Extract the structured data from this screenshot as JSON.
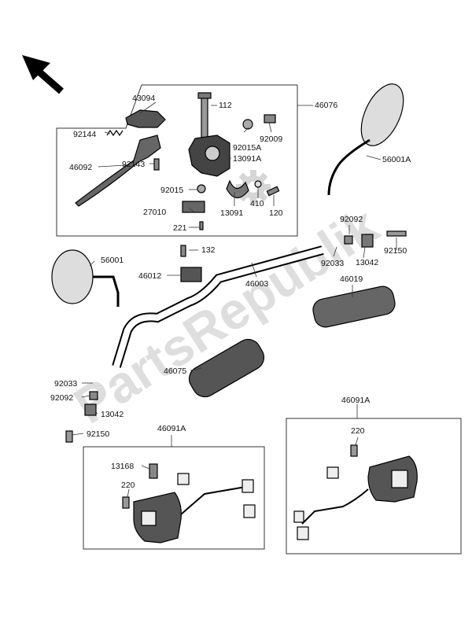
{
  "diagram": {
    "watermark": "PartsRepublik",
    "parts": {
      "p43094": "43094",
      "p112": "112",
      "p46076": "46076",
      "p92144": "92144",
      "p92009": "92009",
      "p92015A": "92015A",
      "p46092": "46092",
      "p92143": "92143",
      "p13091A": "13091A",
      "p92015": "92015",
      "p410": "410",
      "p27010": "27010",
      "p13091": "13091",
      "p120": "120",
      "p221": "221",
      "p56001A": "56001A",
      "p92092a": "92092",
      "p132": "132",
      "p92150a": "92150",
      "p56001": "56001",
      "p92033a": "92033",
      "p13042a": "13042",
      "p46012": "46012",
      "p46003": "46003",
      "p46019": "46019",
      "p46075": "46075",
      "p92033b": "92033",
      "p92092b": "92092",
      "p13042b": "13042",
      "p92150b": "92150",
      "p46091A_left": "46091A",
      "p13168": "13168",
      "p220_left": "220",
      "p46091A_right": "46091A",
      "p220_right": "220"
    }
  }
}
